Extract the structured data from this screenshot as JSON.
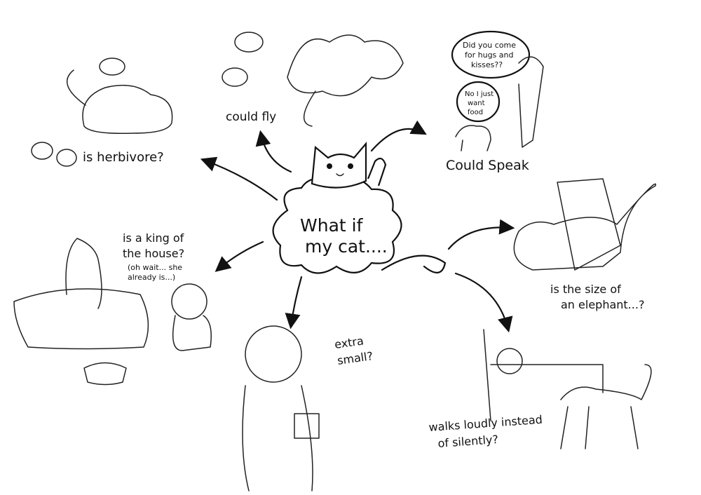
{
  "center": {
    "line1": "What if",
    "line2": "my cat...."
  },
  "branches": {
    "fly": {
      "label": "could fly"
    },
    "speak": {
      "label": "Could Speak",
      "bubble_human": [
        "Did you come",
        "for hugs and",
        "kisses??"
      ],
      "bubble_cat": [
        "No I just",
        "want",
        "food"
      ]
    },
    "herbivore": {
      "label": "is herbivore?"
    },
    "king": {
      "lines": [
        "is a king of",
        "the house?"
      ],
      "aside": [
        "(oh wait... she",
        "already is...)"
      ]
    },
    "elephant": {
      "lines": [
        "is the size of",
        "an elephant...?"
      ]
    },
    "small": {
      "lines": [
        "extra",
        "small?"
      ]
    },
    "loud": {
      "lines": [
        "walks loudly instead",
        "of silently?"
      ]
    }
  },
  "colors": {
    "ink": "#111111",
    "paper": "#ffffff"
  }
}
